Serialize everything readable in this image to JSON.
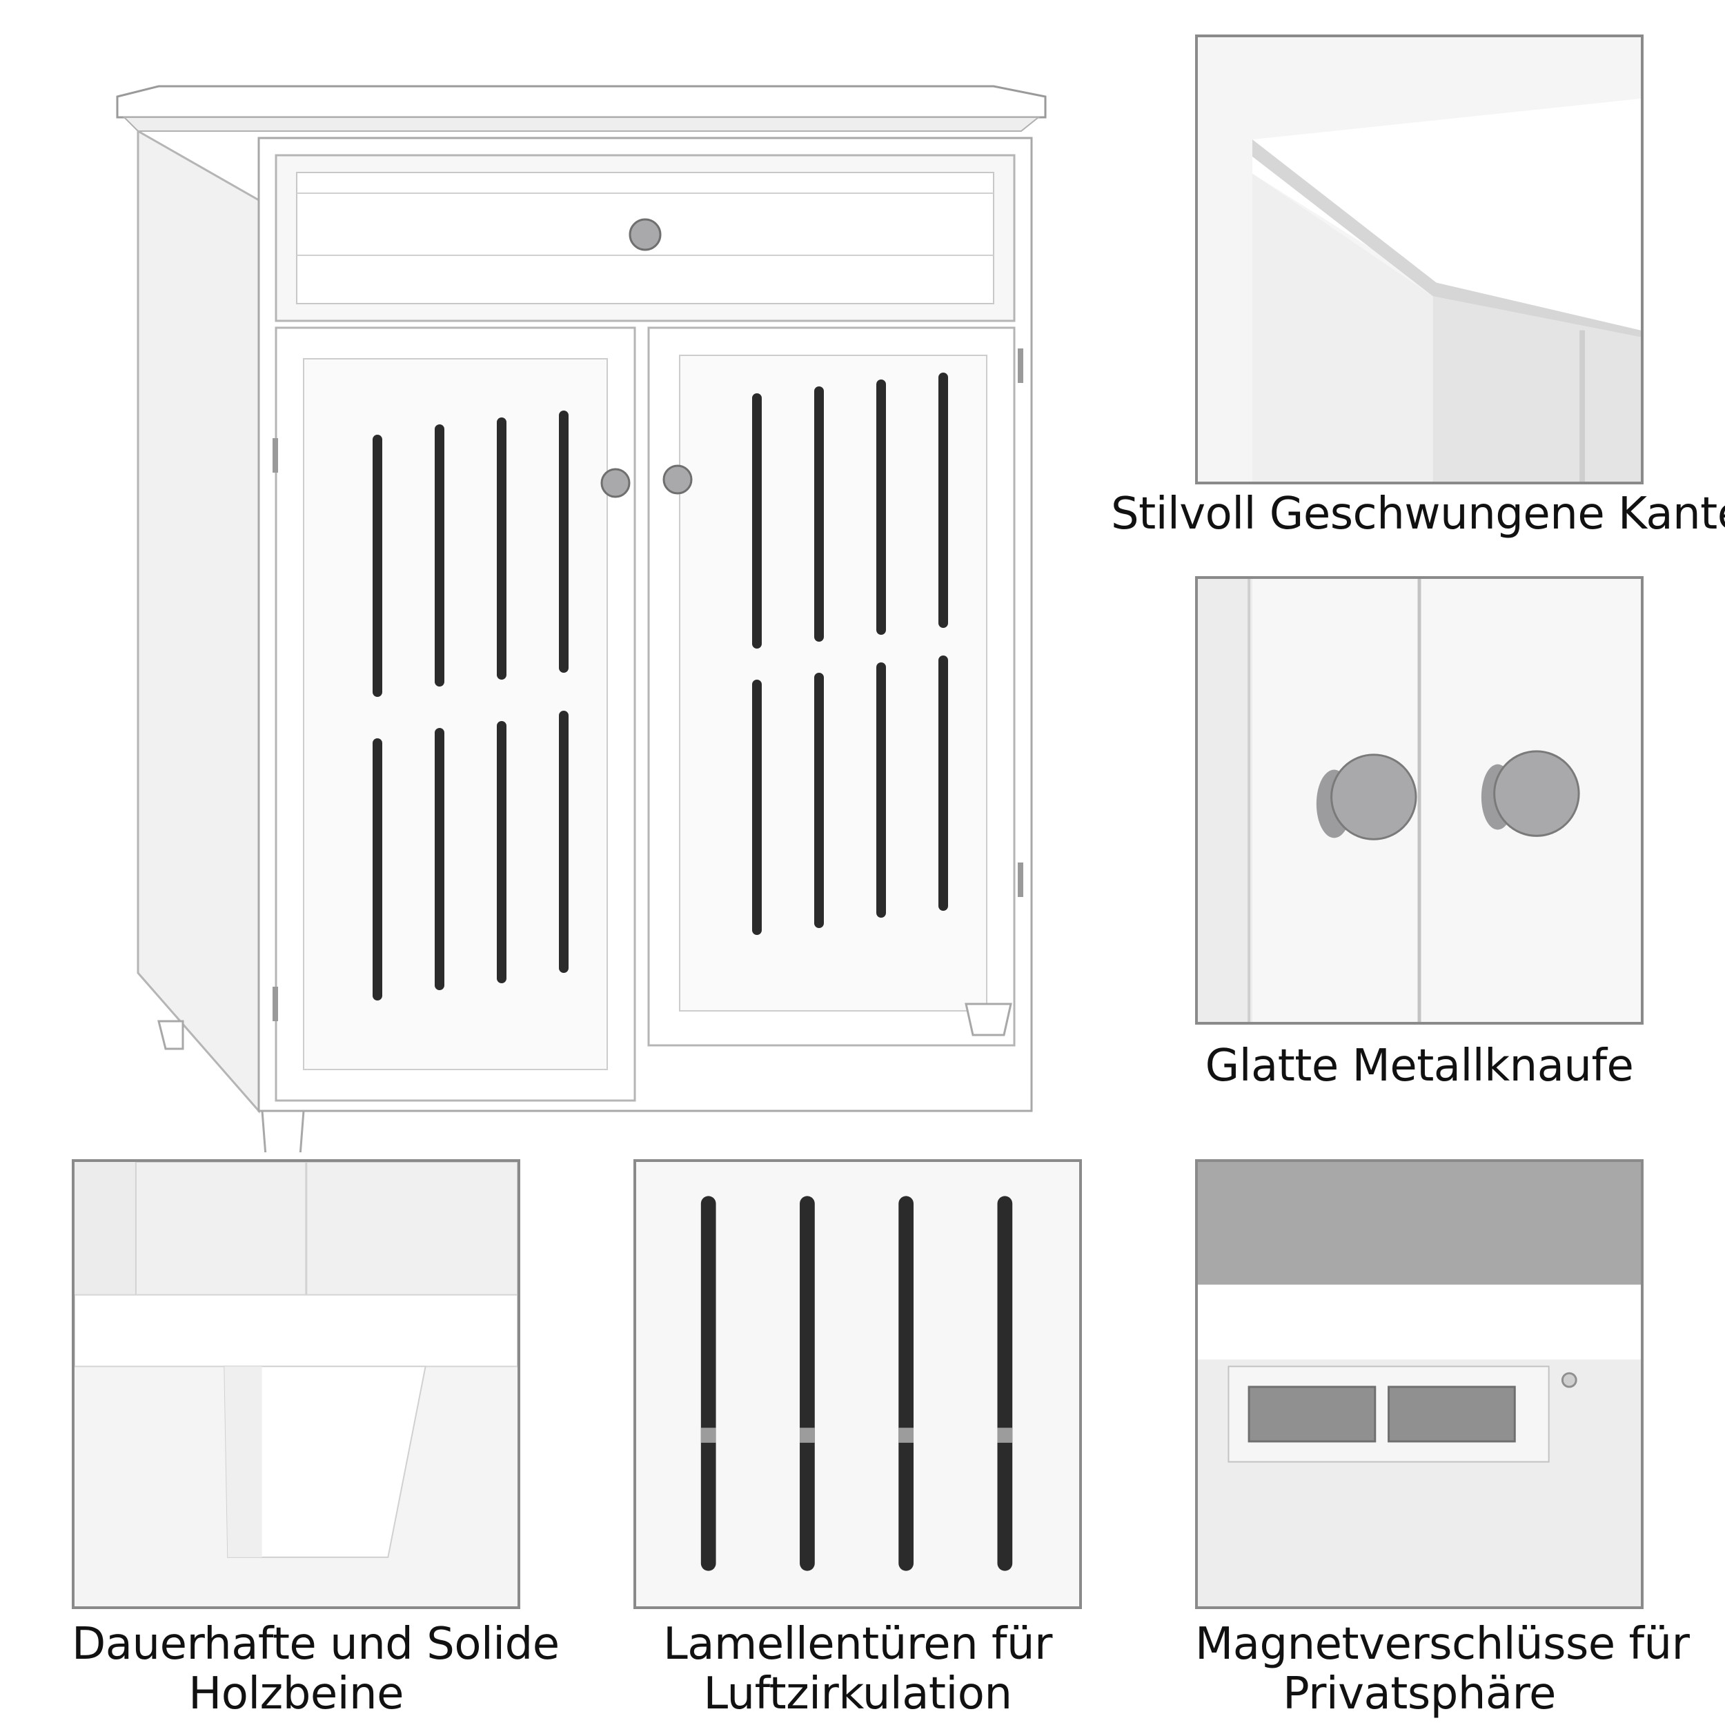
{
  "captions": {
    "edges": "Stilvoll Geschwungene Kanten",
    "knobs": "Glatte Metallknaufe",
    "legs_line1": "Dauerhafte und Solide",
    "legs_line2": "Holzbeine",
    "louvers_line1": "Lamellentüren für",
    "louvers_line2": "Luftzirkulation",
    "magnets_line1": "Magnetverschlüsse für",
    "magnets_line2": "Privatsphäre"
  },
  "colors": {
    "frame_border": "#8a8a8a",
    "cabinet_white": "#ffffff",
    "panel_shade": "#e6e6e6",
    "slot_dark": "#2b2b2b",
    "metal": "#a9a9ab"
  }
}
